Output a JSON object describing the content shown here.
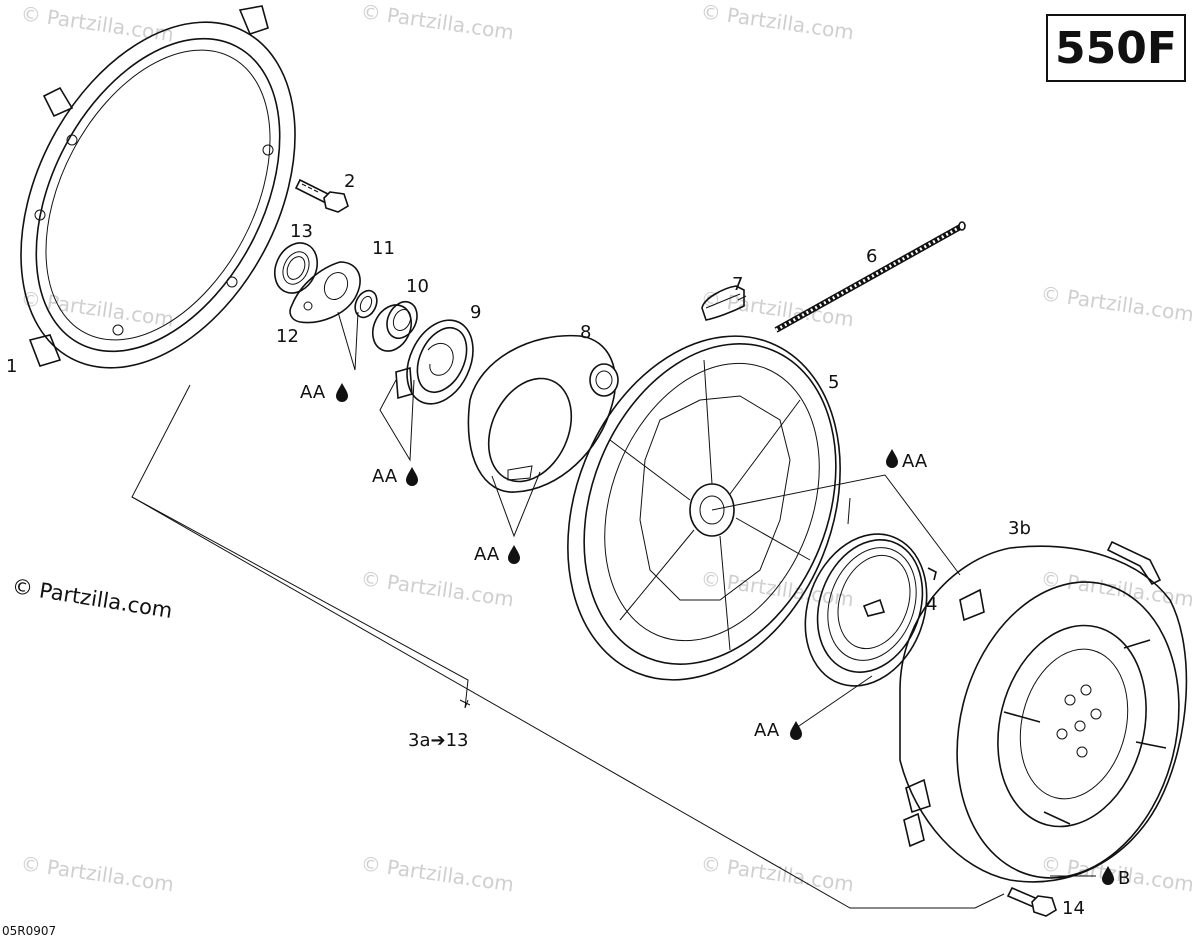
{
  "diagram": {
    "model_badge": "550F",
    "copyright": "© Partzilla.com",
    "watermark": "© Partzilla.com",
    "drawing_code": "05R0907",
    "callouts": {
      "p1": "1",
      "p2": "2",
      "p3a": "3a➔13",
      "p3b": "3b",
      "p4": "4",
      "p5": "5",
      "p6": "6",
      "p7": "7",
      "p8": "8",
      "p9": "9",
      "p10": "10",
      "p11": "11",
      "p12": "12",
      "p13": "13",
      "p14": "14"
    },
    "lubricant_labels": {
      "aa_left": "AA",
      "aa_mid": "AA",
      "aa_center": "AA",
      "aa_top_right": "AA",
      "aa_bottom": "AA",
      "b_label": "B"
    }
  }
}
